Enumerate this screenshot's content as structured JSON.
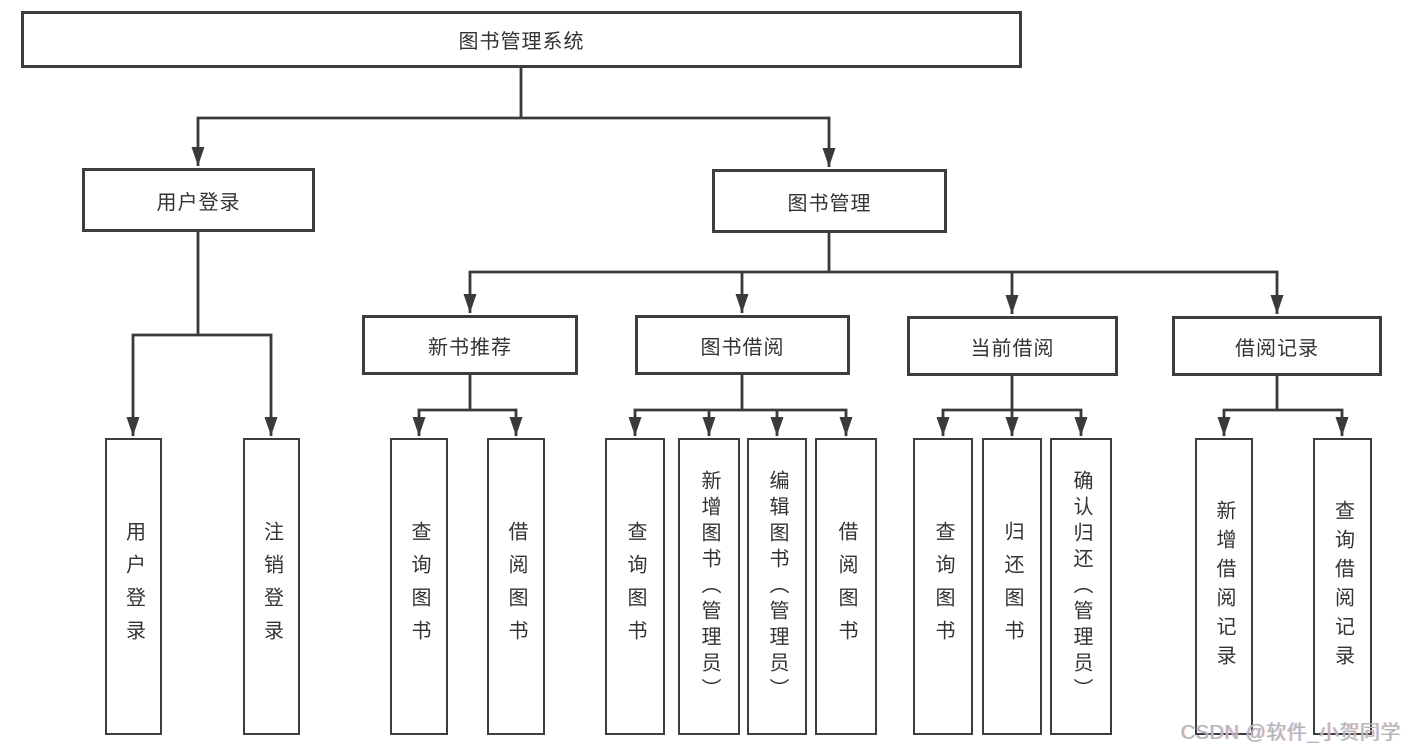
{
  "tree": {
    "root": "图书管理系统",
    "branches": [
      {
        "label": "用户登录",
        "children": [
          "用户登录",
          "注销登录"
        ]
      },
      {
        "label": "图书管理",
        "sections": [
          {
            "label": "新书推荐",
            "children": [
              "查询图书",
              "借阅图书"
            ]
          },
          {
            "label": "图书借阅",
            "children": [
              "查询图书",
              "新增图书（管理员）",
              "编辑图书（管理员）",
              "借阅图书"
            ]
          },
          {
            "label": "当前借阅",
            "children": [
              "查询图书",
              "归还图书",
              "确认归还（管理员）"
            ]
          },
          {
            "label": "借阅记录",
            "children": [
              "新增借阅记录",
              "查询借阅记录"
            ]
          }
        ]
      }
    ]
  },
  "watermark": "CSDN @软件_小贺同学",
  "colors": {
    "line": "#3a3a3a",
    "box_border": "#3d3d3d",
    "text": "#333333",
    "watermark": "#b5b5b5",
    "background": "#ffffff"
  }
}
